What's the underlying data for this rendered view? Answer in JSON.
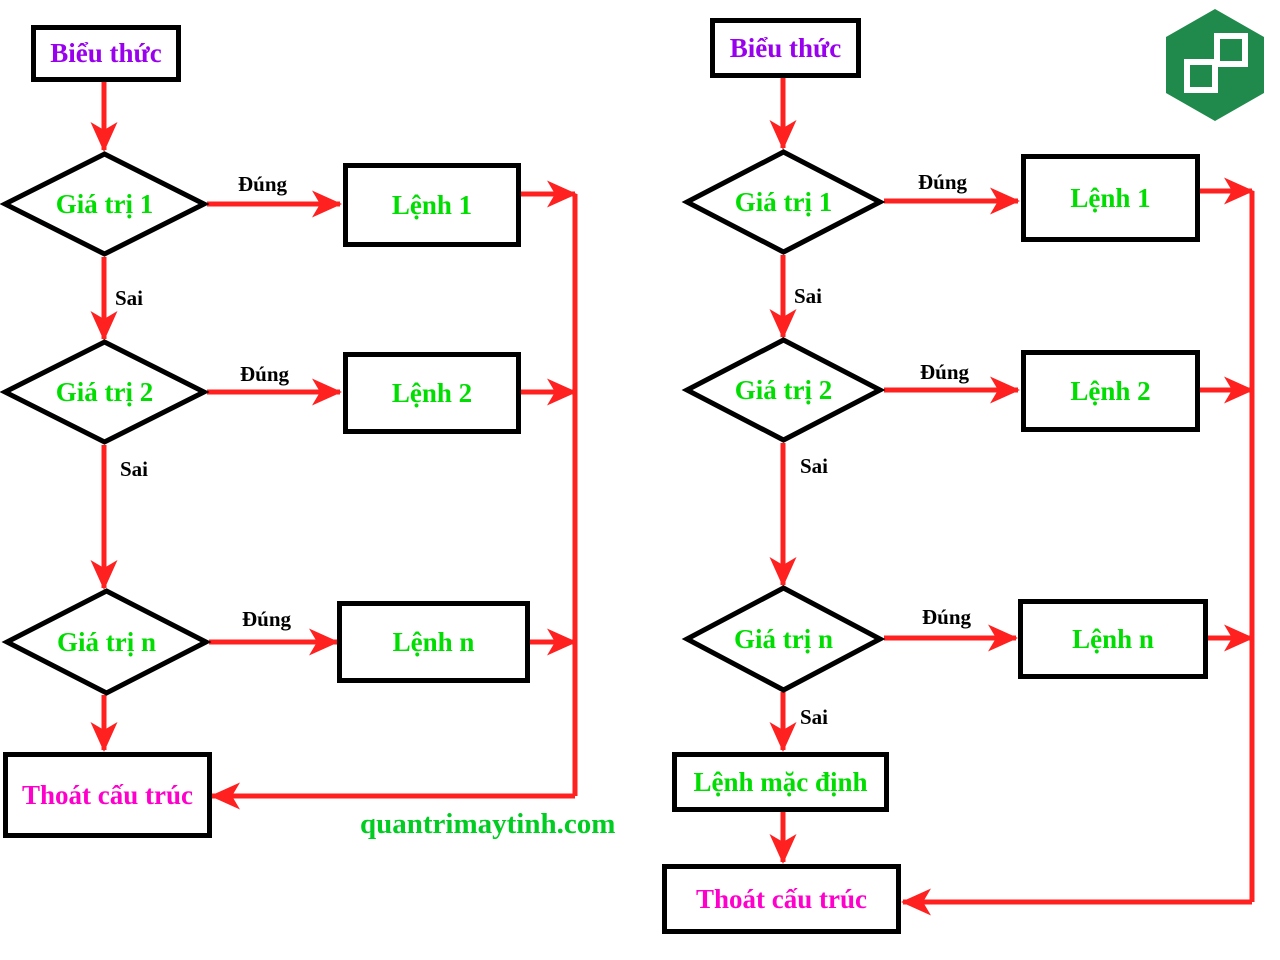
{
  "diagram": {
    "title_text_colors": {
      "expression": "#9900ee",
      "condition": "#00dd00",
      "statement": "#00dd00",
      "exit": "#ff00cc",
      "edge_label": "#000000",
      "arrow": "#ff2020",
      "node_border": "#000000",
      "watermark": "#00cc22",
      "logo_green": "#1f8a4c"
    },
    "left": {
      "name": "switch-without-default",
      "expression": "Biểu thức",
      "conditions": [
        "Giá trị 1",
        "Giá trị 2",
        "Giá trị n"
      ],
      "statements": [
        "Lệnh 1",
        "Lệnh 2",
        "Lệnh n"
      ],
      "true_labels": [
        "Đúng",
        "Đúng",
        "Đúng"
      ],
      "false_labels": [
        "Sai",
        "Sai"
      ],
      "exit": "Thoát cấu trúc"
    },
    "right": {
      "name": "switch-with-default",
      "expression": "Biểu thức",
      "conditions": [
        "Giá trị 1",
        "Giá trị 2",
        "Giá trị n"
      ],
      "statements": [
        "Lệnh 1",
        "Lệnh 2",
        "Lệnh n"
      ],
      "true_labels": [
        "Đúng",
        "Đúng",
        "Đúng"
      ],
      "false_labels": [
        "Sai",
        "Sai",
        "Sai"
      ],
      "default_statement": "Lệnh mặc định",
      "exit": "Thoát cấu trúc"
    },
    "watermark": "quantrimaytinh.com",
    "logo": {
      "icon": "hexagon-two-squares-icon",
      "color": "#1f8a4c"
    }
  }
}
